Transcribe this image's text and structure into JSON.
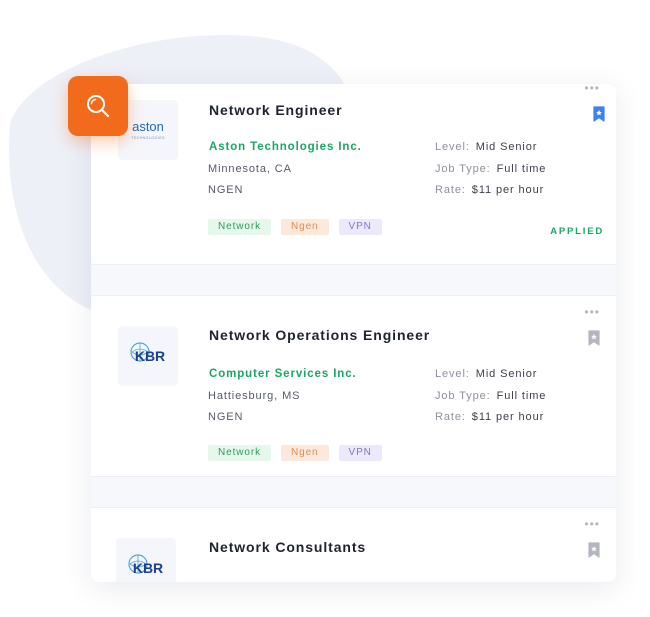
{
  "colors": {
    "accent_orange": "#f26a1b",
    "company_green": "#1aa765",
    "bookmark_active": "#3b82f6",
    "bookmark_inactive": "#b4b7c1"
  },
  "jobs": [
    {
      "title": "Network Engineer",
      "company": "Aston Technologies Inc.",
      "logo_text": "aston",
      "logo_subtext": "TECHNOLOGIES",
      "location": "Minnesota, CA",
      "code": "NGEN",
      "level_label": "Level:",
      "level": "Mid Senior",
      "jobtype_label": "Job Type:",
      "jobtype": "Full time",
      "rate_label": "Rate:",
      "rate": "$11 per hour",
      "tags": [
        "Network",
        "Ngen",
        "VPN"
      ],
      "status": "APPLIED",
      "bookmarked": true
    },
    {
      "title": "Network Operations Engineer",
      "company": "Computer Services Inc.",
      "logo_text": "KBR",
      "location": "Hattiesburg, MS",
      "code": "NGEN",
      "level_label": "Level:",
      "level": "Mid Senior",
      "jobtype_label": "Job Type:",
      "jobtype": "Full time",
      "rate_label": "Rate:",
      "rate": "$11 per hour",
      "tags": [
        "Network",
        "Ngen",
        "VPN"
      ],
      "bookmarked": false
    },
    {
      "title": "Network Consultants",
      "logo_text": "KBR",
      "bookmarked": false
    }
  ],
  "more_menu": "•••"
}
